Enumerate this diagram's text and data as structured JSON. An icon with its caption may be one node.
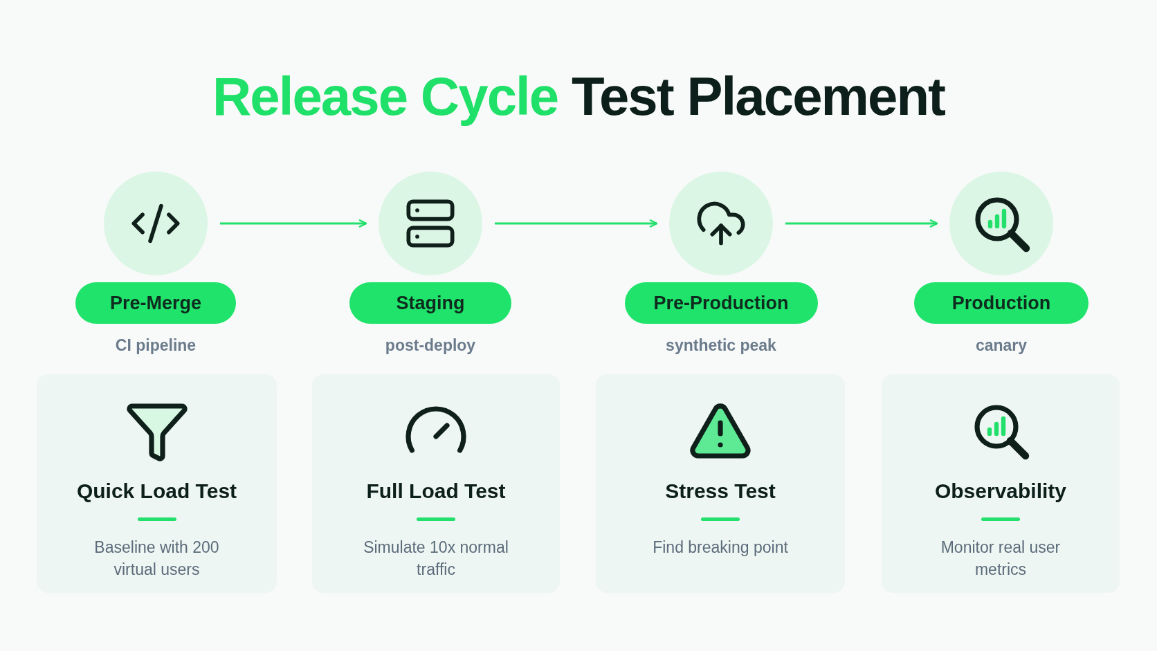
{
  "diagram": {
    "title": "**Release Cycle** Test Placement",
    "nodes": [
      {
        "text": [],
        "shape": "circle"
      },
      {
        "text": [],
        "shape": "circle"
      },
      {
        "text": [],
        "shape": "circle"
      },
      {
        "text": [],
        "shape": "circle"
      },
      {
        "text": [
          "Pre-Merge"
        ],
        "beside": [
          "CI pipeline"
        ]
      },
      {
        "text": [
          "Staging"
        ],
        "beside": [
          "post-deploy"
        ]
      },
      {
        "text": [
          "Pre-Production"
        ],
        "beside": [
          "synthetic peak"
        ]
      },
      {
        "text": [
          "Production"
        ],
        "beside": [
          "canary"
        ]
      },
      {
        "text": [
          "Quick Load Test",
          "Baseline with 200 virtual users"
        ]
      },
      {
        "text": [
          "Full Load Test",
          "Simulate 10x normal traffic"
        ]
      },
      {
        "text": [
          "Stress Test",
          "Find breaking point"
        ]
      },
      {
        "text": [
          "Observability",
          "Monitor real user metrics"
        ]
      }
    ],
    "edges": [
      {
        "from": 0,
        "to": 1,
        "arrow": "to"
      },
      {
        "from": 1,
        "to": 2,
        "arrow": "to"
      },
      {
        "from": 2,
        "to": 3,
        "arrow": "to"
      }
    ]
  }
}
